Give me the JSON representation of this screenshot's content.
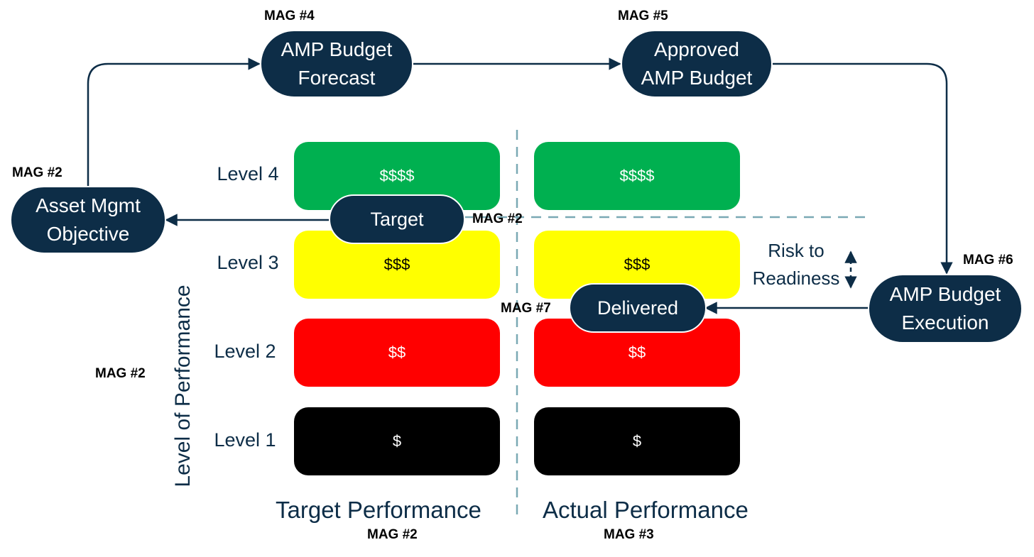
{
  "nodes": {
    "budget_forecast": "AMP Budget\nForecast",
    "approved_budget": "Approved\nAMP Budget",
    "asset_objective": "Asset Mgmt\nObjective",
    "budget_execution": "AMP Budget\nExecution",
    "target": "Target",
    "delivered": "Delivered"
  },
  "mag_labels": {
    "forecast": "MAG #4",
    "approved": "MAG #5",
    "objective": "MAG #2",
    "target_line": "MAG #2",
    "execution": "MAG #6",
    "delivered": "MAG #7",
    "axis": "MAG #2",
    "target_col": "MAG #2",
    "actual_col": "MAG #3"
  },
  "levels": [
    {
      "label": "Level 4",
      "cost": "$$$$",
      "color": "#00b050"
    },
    {
      "label": "Level 3",
      "cost": "$$$",
      "color": "#ffff00"
    },
    {
      "label": "Level 2",
      "cost": "$$",
      "color": "#ff0000"
    },
    {
      "label": "Level 1",
      "cost": "$",
      "color": "#000000"
    }
  ],
  "columns": {
    "target": "Target Performance",
    "actual": "Actual Performance"
  },
  "axis_title": "Level of Performance",
  "risk_label": "Risk to\nReadiness",
  "colors": {
    "node_fill": "#0d2d47",
    "dashed_line": "#7aa9b4"
  }
}
